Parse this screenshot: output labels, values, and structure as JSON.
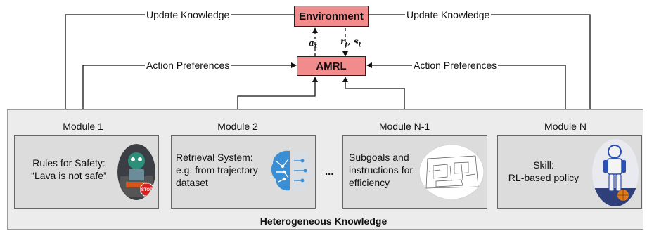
{
  "environment": {
    "label": "Environment"
  },
  "amrl": {
    "label": "AMRL"
  },
  "flow": {
    "update_left": "Update Knowledge",
    "update_right": "Update Knowledge",
    "action_left": "Action Preferences",
    "action_right": "Action Preferences",
    "action_symbol": "a",
    "action_subscript": "t",
    "reward_state": "r",
    "reward_sub": "t",
    "reward_sep": ", s",
    "state_sub": "t"
  },
  "modules": [
    {
      "label": "Module 1",
      "text": [
        "Rules for Safety:",
        "“Lava is not safe”"
      ]
    },
    {
      "label": "Module 2",
      "text": [
        "Retrieval System:",
        "e.g. from trajectory",
        "dataset"
      ]
    },
    {
      "label": "Module N-1",
      "text": [
        "Subgoals and",
        "instructions for",
        "efficiency"
      ]
    },
    {
      "label": "Module N",
      "text": [
        "Skill:",
        "RL-based policy"
      ]
    }
  ],
  "ellipsis": "...",
  "stop_sign": "STOP",
  "panel_title": "Heterogeneous Knowledge",
  "colors": {
    "node_fill": "#f28b8b",
    "panel_fill": "#ececec",
    "card_fill": "#dcdcdc"
  }
}
